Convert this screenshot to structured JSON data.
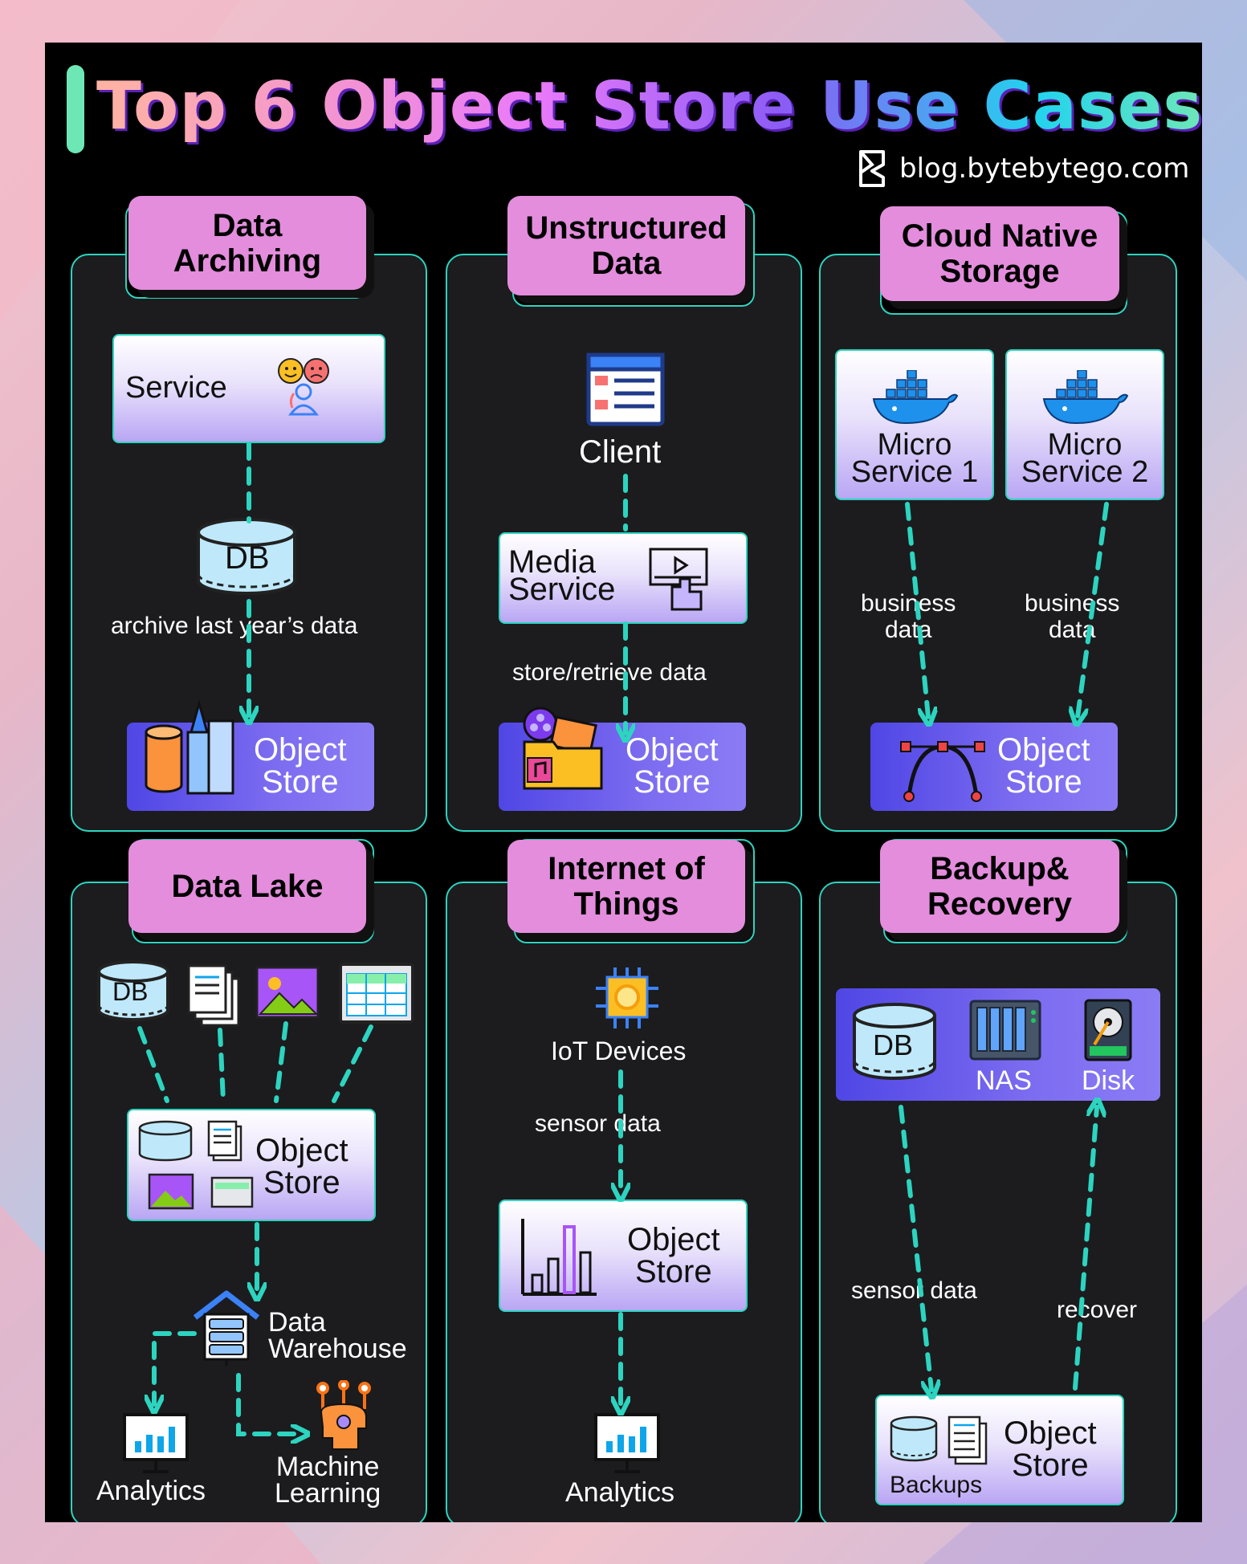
{
  "title": "Top 6 Object Store Use Cases",
  "blog": "blog.bytebytego.com",
  "colors": {
    "accent": "#2dd4bf",
    "tab": "#e38ddc",
    "panel": "#1c1c1f",
    "objectStore": "#5b4ce6"
  },
  "panels": {
    "archiving": {
      "title_l1": "Data",
      "title_l2": "Archiving",
      "service": "Service",
      "db": "DB",
      "edge": "archive last year’s data",
      "os_l1": "Object",
      "os_l2": "Store"
    },
    "unstructured": {
      "title_l1": "Unstructured",
      "title_l2": "Data",
      "client": "Client",
      "media_l1": "Media",
      "media_l2": "Service",
      "edge": "store/retrieve  data",
      "os_l1": "Object",
      "os_l2": "Store"
    },
    "cloud": {
      "title_l1": "Cloud Native",
      "title_l2": "Storage",
      "ms1_l1": "Micro",
      "ms1_l2": "Service 1",
      "ms2_l1": "Micro",
      "ms2_l2": "Service 2",
      "edge1_l1": "business",
      "edge1_l2": "data",
      "edge2_l1": "business",
      "edge2_l2": "data",
      "os_l1": "Object",
      "os_l2": "Store"
    },
    "datalake": {
      "title": "Data Lake",
      "db": "DB",
      "os_l1": "Object",
      "os_l2": "Store",
      "dw_l1": "Data",
      "dw_l2": "Warehouse",
      "analytics": "Analytics",
      "ml_l1": "Machine",
      "ml_l2": "Learning"
    },
    "iot": {
      "title_l1": "Internet of",
      "title_l2": "Things",
      "devices": "IoT Devices",
      "edge": "sensor data",
      "os_l1": "Object",
      "os_l2": "Store",
      "analytics": "Analytics"
    },
    "backup": {
      "title_l1": "Backup&",
      "title_l2": "Recovery",
      "db": "DB",
      "nas": "NAS",
      "disk": "Disk",
      "edge1": "sensor data",
      "edge2": "recover",
      "backups": "Backups",
      "os_l1": "Object",
      "os_l2": "Store"
    }
  }
}
